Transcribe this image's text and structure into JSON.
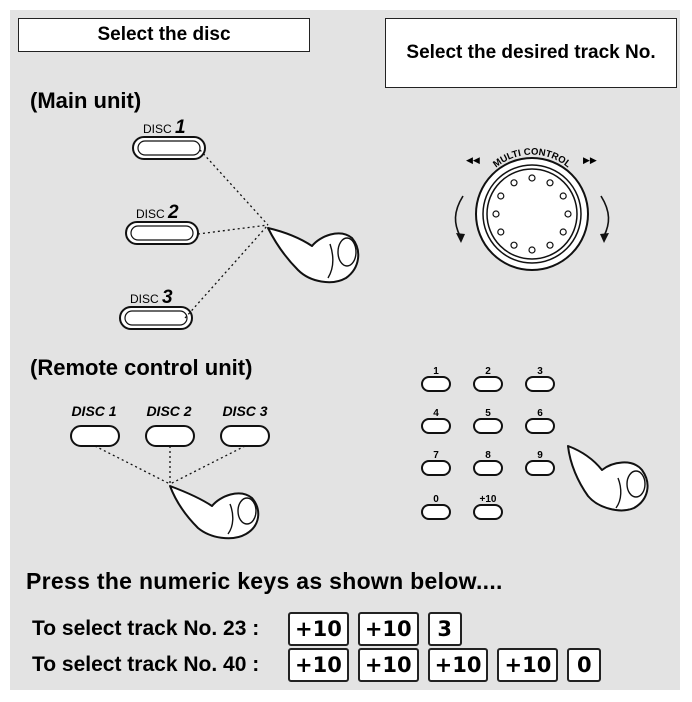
{
  "headers": {
    "left": "Select the disc",
    "right": "Select the desired track No."
  },
  "main_unit": {
    "title": "(Main unit)",
    "buttons": [
      {
        "prefix": "DISC",
        "num": "1"
      },
      {
        "prefix": "DISC",
        "num": "2"
      },
      {
        "prefix": "DISC",
        "num": "3"
      }
    ],
    "dial": {
      "label": "MULTI CONTROL",
      "prev": "◀◀",
      "next": "▶▶"
    }
  },
  "remote_unit": {
    "title": "(Remote control unit)",
    "buttons": [
      "DISC 1",
      "DISC 2",
      "DISC 3"
    ],
    "keypad": [
      "1",
      "2",
      "3",
      "4",
      "5",
      "6",
      "7",
      "8",
      "9",
      "0",
      "+10"
    ]
  },
  "instructions": {
    "title": "Press the numeric keys as shown below....",
    "examples": [
      {
        "label": "To select track No. 23 :",
        "keys": [
          "+10",
          "+10",
          "3"
        ]
      },
      {
        "label": "To select track No. 40 :",
        "keys": [
          "+10",
          "+10",
          "+10",
          "+10",
          "0"
        ]
      }
    ]
  }
}
